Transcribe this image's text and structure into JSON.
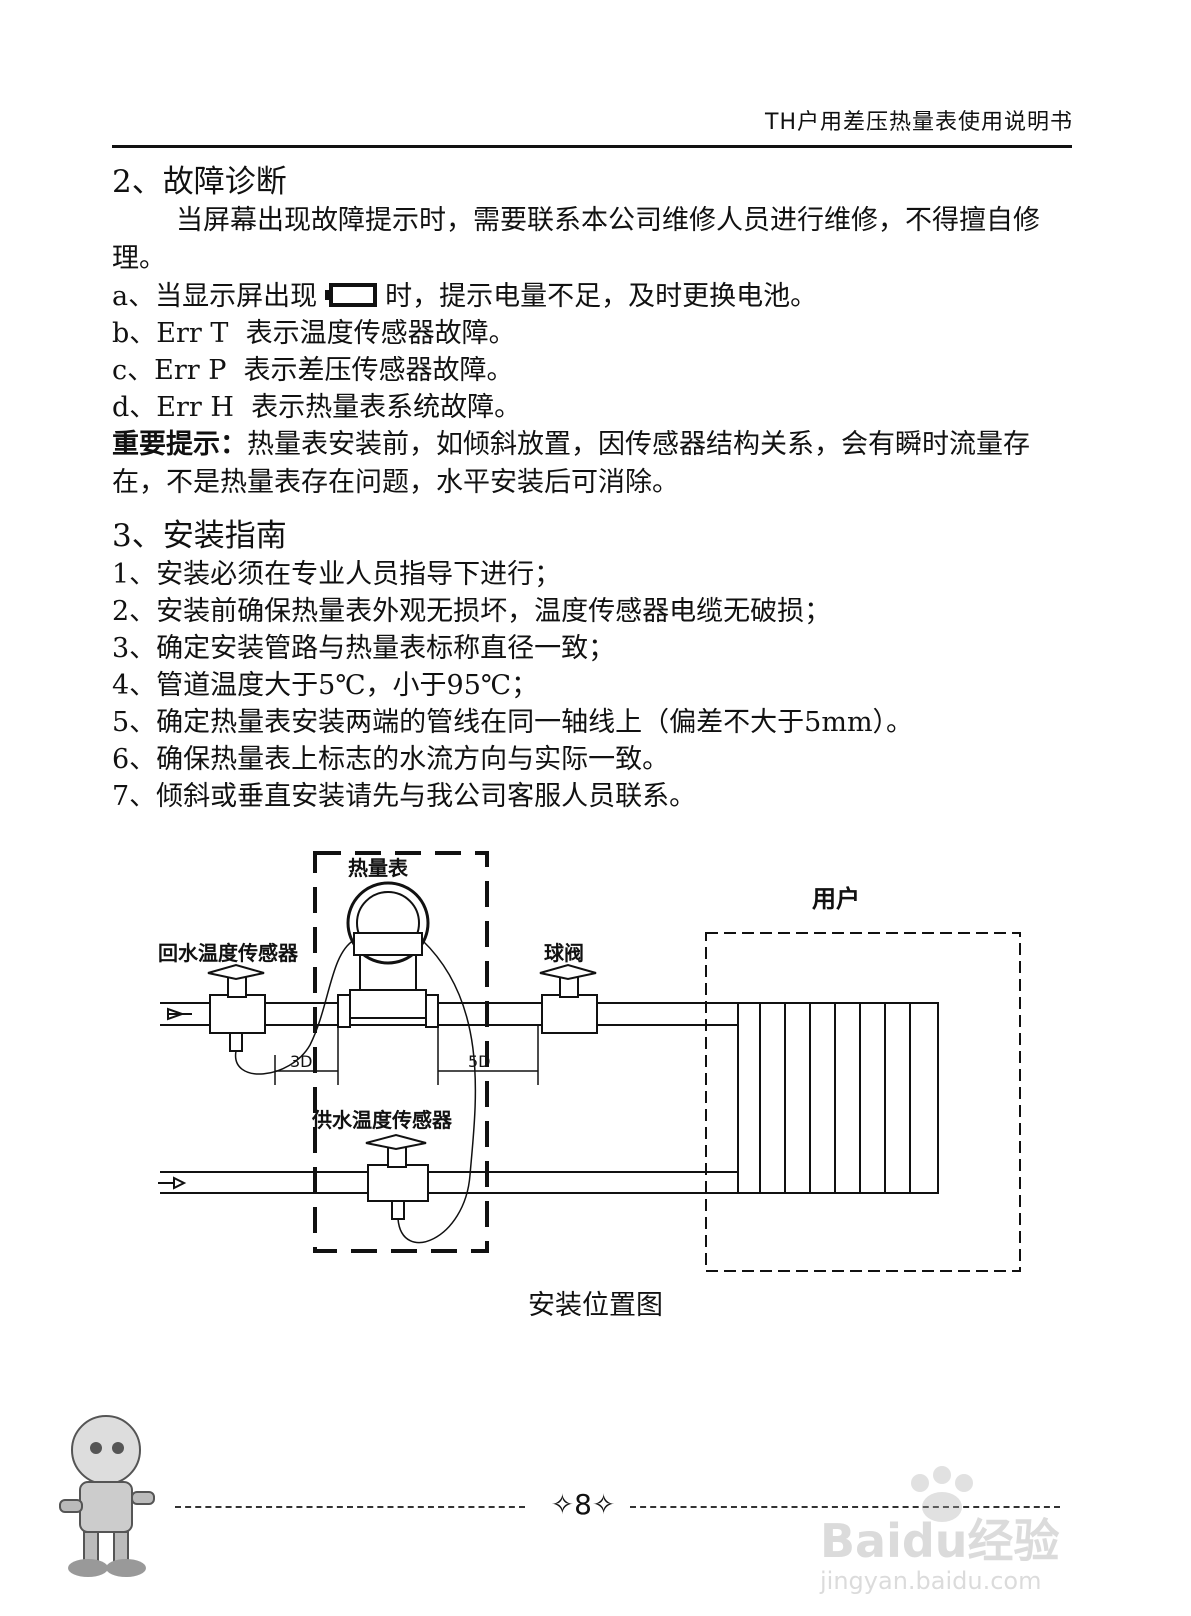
{
  "header": {
    "title": "TH户用差压热量表使用说明书"
  },
  "section2": {
    "heading": "2、故障诊断",
    "intro": "当屏幕出现故障提示时，需要联系本公司维修人员进行维修，不得擅自修理。",
    "item_a_before": "a、当显示屏出现",
    "item_a_after": "时，提示电量不足，及时更换电池。",
    "item_b": "b、Err T  表示温度传感器故障。",
    "item_c": "c、Err P  表示差压传感器故障。",
    "item_d": "d、Err H  表示热量表系统故障。",
    "note_label": "重要提示：",
    "note_text": "热量表安装前，如倾斜放置，因传感器结构关系，会有瞬时流量存在，不是热量表存在问题，水平安装后可消除。"
  },
  "section3": {
    "heading": "3、安装指南",
    "items": [
      "1、安装必须在专业人员指导下进行；",
      "2、安装前确保热量表外观无损坏，温度传感器电缆无破损；",
      "3、确定安装管路与热量表标称直径一致；",
      "4、管道温度大于5℃，小于95℃；",
      "5、确定热量表安装两端的管线在同一轴线上（偏差不大于5mm）。",
      "6、确保热量表上标志的水流方向与实际一致。",
      "7、倾斜或垂直安装请先与我公司客服人员联系。"
    ]
  },
  "diagram": {
    "meter_label": "热量表",
    "user_label": "用户",
    "return_sensor_label": "回水温度传感器",
    "ball_valve_label": "球阀",
    "supply_sensor_label": "供水温度传感器",
    "dim_upstream": "3D",
    "dim_downstream": "5D",
    "caption": "安装位置图"
  },
  "footer": {
    "page_number": "✧8✧"
  },
  "watermark": {
    "brand": "Baidu经验",
    "url": "jingyan.baidu.com"
  }
}
